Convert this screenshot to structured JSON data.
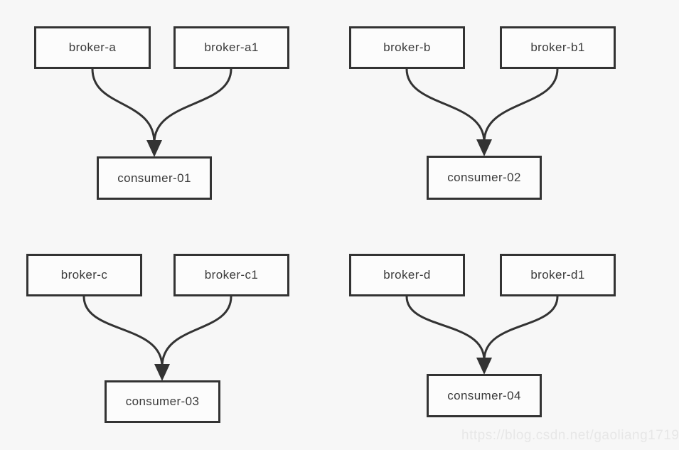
{
  "diagram": {
    "groups": [
      {
        "id": "group-a",
        "brokers": [
          {
            "label": "broker-a"
          },
          {
            "label": "broker-a1"
          }
        ],
        "consumer": {
          "label": "consumer-01"
        }
      },
      {
        "id": "group-b",
        "brokers": [
          {
            "label": "broker-b"
          },
          {
            "label": "broker-b1"
          }
        ],
        "consumer": {
          "label": "consumer-02"
        }
      },
      {
        "id": "group-c",
        "brokers": [
          {
            "label": "broker-c"
          },
          {
            "label": "broker-c1"
          }
        ],
        "consumer": {
          "label": "consumer-03"
        }
      },
      {
        "id": "group-d",
        "brokers": [
          {
            "label": "broker-d"
          },
          {
            "label": "broker-d1"
          }
        ],
        "consumer": {
          "label": "consumer-04"
        }
      }
    ]
  },
  "watermark": {
    "text": "https://blog.csdn.net/gaoliang1719"
  },
  "colors": {
    "background": "#f7f7f7",
    "node_fill": "#fcfcfc",
    "node_border": "#333333",
    "text": "#3a3a3a",
    "connector": "#333333",
    "watermark": "#e7e7e7"
  }
}
